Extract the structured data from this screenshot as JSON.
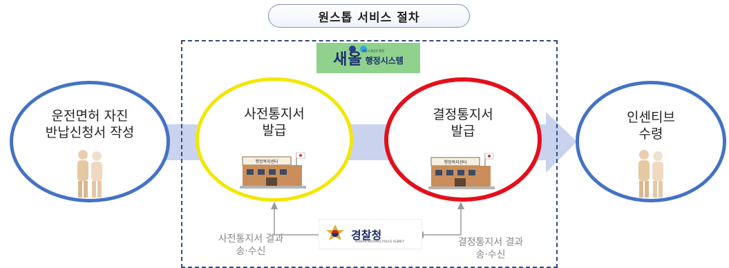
{
  "title": "원스톱 서비스 절차",
  "system_logo": {
    "main": "새올",
    "sub": "행정시스템",
    "tiny": "새롭고 올곧은 행정"
  },
  "steps": [
    {
      "id": "apply",
      "label": "운전면허 자진\n반납신청서 작성",
      "color": "#4472c4"
    },
    {
      "id": "pre-notice",
      "label": "사전통지서\n발급",
      "color": "#f3e600"
    },
    {
      "id": "decision-notice",
      "label": "결정통지서\n발급",
      "color": "#e3101c"
    },
    {
      "id": "incentive",
      "label": "인센티브\n수령",
      "color": "#4472c4"
    }
  ],
  "building_sign": "행정복지센터",
  "police": {
    "name": "경찰청",
    "sub": "KOREAN NATIONAL POLICE AGENCY"
  },
  "exchange_labels": {
    "left": "사전통지서 결과\n송·수신",
    "right": "결정통지서 결과\n송·수신"
  },
  "colors": {
    "arrow": "#c9d3ee",
    "frame": "#2f4a7a"
  }
}
